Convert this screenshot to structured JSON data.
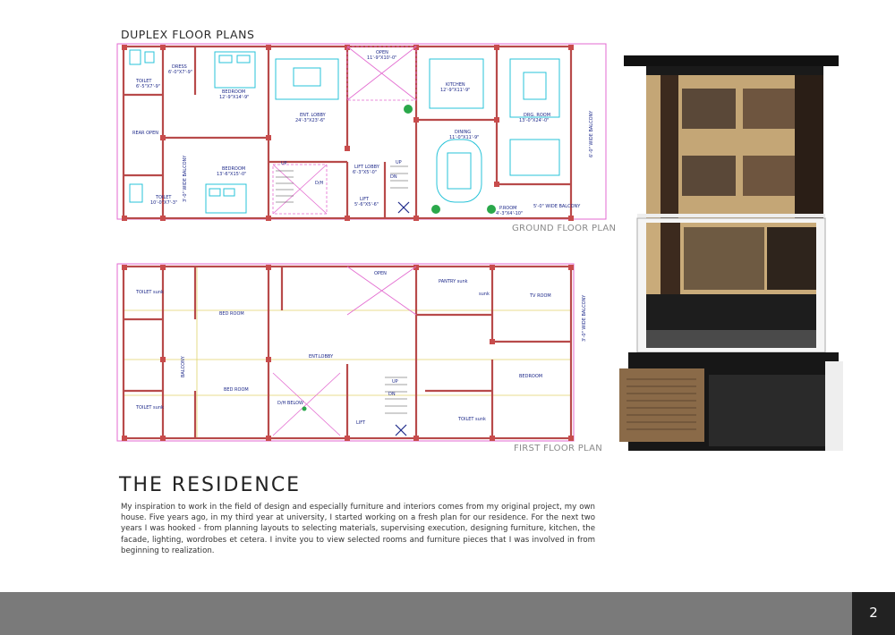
{
  "section_title": "DUPLEX FLOOR PLANS",
  "ground_caption": "GROUND FLOOR PLAN",
  "first_caption": "FIRST FLOOR PLAN",
  "residence_title": "THE RESIDENCE",
  "residence_body": "My inspiration to work in the field of design and especially furniture and interiors comes from my original project, my own house. Five years ago, in my third year at university, I started working on a fresh plan for our residence. For the next two years I was hooked - from planning layouts to selecting materials, supervising execution, designing furniture, kitchen, the facade, lighting, wordrobes et cetera. I invite you to view selected rooms and furniture pieces that I was involved in from beginning to realization.",
  "page_number": "2",
  "ground_labels": {
    "toilet1": "TOILET",
    "toilet1_dim": "6'-5\"X7'-9\"",
    "dress": "DRESS",
    "dress_dim": "6'-0\"X7'-9\"",
    "bedroom1": "BEDROOM",
    "bedroom1_dim": "12'-9\"X14'-9\"",
    "rear_open": "REAR OPEN",
    "balcony_left": "3'-0\" WIDE BALCONY",
    "ent_lobby": "ENT. LOBBY",
    "ent_lobby_dim": "24'-3\"X23'-6\"",
    "open": "OPEN",
    "open_dim": "11'-9\"X10'-0\"",
    "kitchen": "KITCHEN",
    "kitchen_dim": "12'-9\"X11'-9\"",
    "dining": "DINING",
    "dining_dim": "11'-0\"X11'-9\"",
    "drg_room": "DRG. ROOM",
    "drg_room_dim": "13'-0\"X24'-0\"",
    "balcony_right": "6'-0\" WIDE BALCONY",
    "bedroom2": "BEDROOM",
    "bedroom2_dim": "13'-6\"X15'-0\"",
    "toilet2": "TOILET",
    "toilet2_dim": "10'-0\"X7'-3\"",
    "up1": "UP",
    "dh": "D/H",
    "lift_lobby": "LIFT LOBBY",
    "lift_lobby_dim": "6'-3\"X5'-0\"",
    "up2": "UP",
    "dn": "DN",
    "lift": "LIFT",
    "lift_dim": "5'-6\"X5'-6\"",
    "proom": "P.ROOM",
    "proom_dim": "4'-3\"X4'-10\"",
    "balcony_bottom": "5'-0\" WIDE BALCONY"
  },
  "first_labels": {
    "toilet_sunk1": "TOILET\nsunk",
    "bed_room1": "BED ROOM",
    "balcony_left": "BALCONY",
    "toilet_sunk2": "TOILET\nsunk",
    "bed_room2": "BED ROOM",
    "open": "OPEN",
    "ent_lobby": "ENT.LOBBY",
    "dh_below": "D/H BELOW",
    "up": "UP",
    "dn": "DN",
    "lift": "LIFT",
    "pantry": "PANTRY\nsunk",
    "sunk": "sunk",
    "tv_room": "TV ROOM",
    "balcony_right": "3'-0\" WIDE BALCONY",
    "bedroom": "BEDROOM",
    "toilet_sunk3": "TOILET\nsunk"
  },
  "colors": {
    "wall_red": "#b84a4a",
    "accent_cyan": "#27c3d8",
    "outline_magenta": "#e36ad0",
    "label_blue": "#1e2a8a",
    "footer_gray": "#7a7a7a",
    "page_box": "#222222"
  }
}
